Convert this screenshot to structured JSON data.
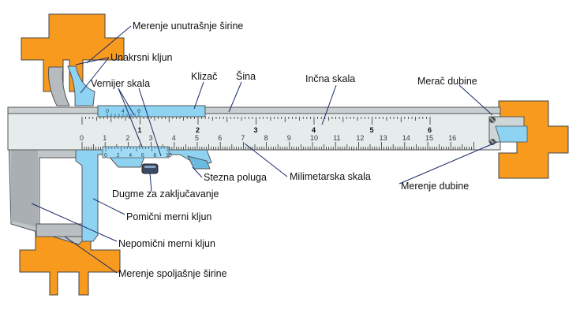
{
  "colors": {
    "orange": "#f79a1e",
    "blue": "#8ed3f2",
    "blue_dark": "#5aa9d0",
    "grey": "#b5bbbe",
    "grey_dark": "#8b9194",
    "rail": "#e6ebec",
    "leader": "#1a2a6a"
  },
  "labels": {
    "inner_width": "Merenje unutrašnje širine",
    "cross_jaws": "Unakrsni kljun",
    "vernier_scale": "Vernijer skala",
    "slider": "Klizač",
    "rail": "Šina",
    "inch_scale": "Inčna skala",
    "depth_gauge": "Merač dubine",
    "locking_screw": "Stezna poluga",
    "mm_scale": "Milimetarska skala",
    "lock_button": "Dugme za zaključavanje",
    "movable_jaw": "Pomični merni kljun",
    "depth_measurement": "Merenje dubine",
    "fixed_jaw": "Nepomični merni kljun",
    "outer_width": "Merenje spoljašnje širine"
  },
  "scales": {
    "inch_numbers": [
      "1",
      "2",
      "3",
      "4",
      "5",
      "6"
    ],
    "mm_numbers": [
      "0",
      "1",
      "2",
      "3",
      "4",
      "5",
      "6",
      "7",
      "8",
      "9",
      "10",
      "11",
      "12",
      "13",
      "14",
      "15",
      "16"
    ],
    "vernier_top_numbers": [
      "0",
      "4",
      "8"
    ],
    "vernier_bottom_numbers": [
      "0",
      "2",
      "4",
      "6",
      "8",
      "10"
    ]
  }
}
